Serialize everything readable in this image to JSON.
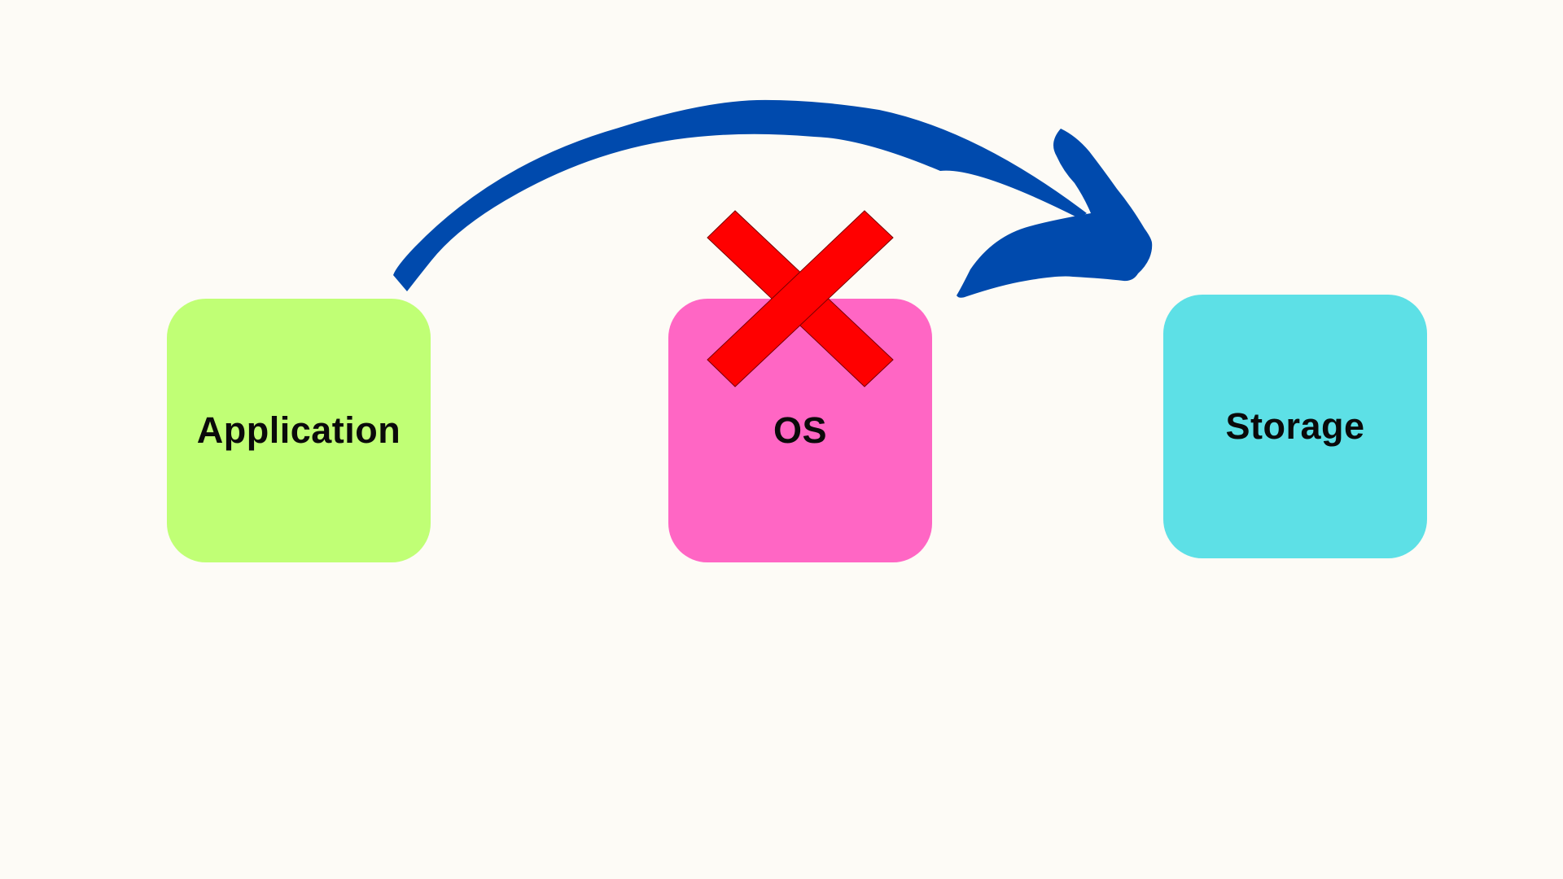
{
  "diagram": {
    "background_color": "#fdfbf6",
    "nodes": [
      {
        "id": "application",
        "label": "Application",
        "color": "#c0ff75"
      },
      {
        "id": "os",
        "label": "OS",
        "color": "#ff66c4"
      },
      {
        "id": "storage",
        "label": "Storage",
        "color": "#5de0e6"
      }
    ],
    "arrow": {
      "from": "application",
      "to": "storage",
      "color": "#004aad",
      "icon": "curved-arrow-icon"
    },
    "cross": {
      "on": "os",
      "color": "#ff0000",
      "icon": "red-x-icon"
    }
  }
}
